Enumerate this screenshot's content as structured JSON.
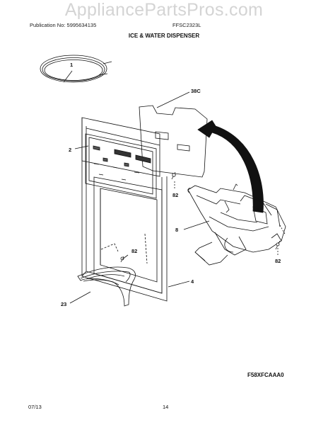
{
  "watermark": "AppliancePartsPros.com",
  "header": {
    "publication": "Publication No: 5995634135",
    "model": "FFSC2323L",
    "title": "ICE & WATER DISPENSER"
  },
  "callouts": {
    "c1": "1",
    "c38c": "38C",
    "c2": "2",
    "c82a": "82",
    "c8": "8",
    "c82b": "82",
    "c82c": "82",
    "c4": "4",
    "c23": "23"
  },
  "diagram_code": "F58XFCAAA0",
  "footer": {
    "date": "07/13",
    "page": "14"
  }
}
